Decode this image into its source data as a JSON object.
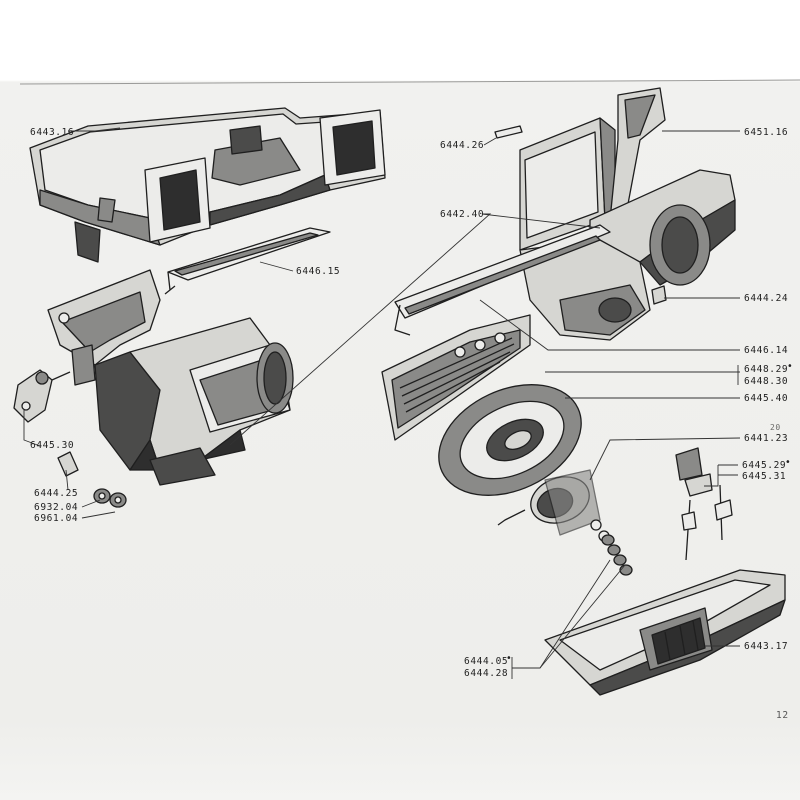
{
  "colors": {
    "paper": "#eeeeeb",
    "ink": "#222222"
  },
  "labels": {
    "p6443_16": "6443.16",
    "p6444_26": "6444.26",
    "p6451_16": "6451.16",
    "p6442_40": "6442.40",
    "p6446_15": "6446.15",
    "p6444_24": "6444.24",
    "p6446_14": "6446.14",
    "p6448_29": "6448.29",
    "p6448_30": "6448.30",
    "p6445_40": "6445.40",
    "p6441_23": "6441.23",
    "p6445_29": "6445.29",
    "p6445_31": "6445.31",
    "p6445_30": "6445.30",
    "p6444_25": "6444.25",
    "p6932_04": "6932.04",
    "p6961_04": "6961.04",
    "p6443_17": "6443.17",
    "p6444_05": "6444.05",
    "p6444_28": "6444.28",
    "page_number": "12"
  },
  "markers": {
    "bullet": "•",
    "handwritten_note": "20"
  }
}
